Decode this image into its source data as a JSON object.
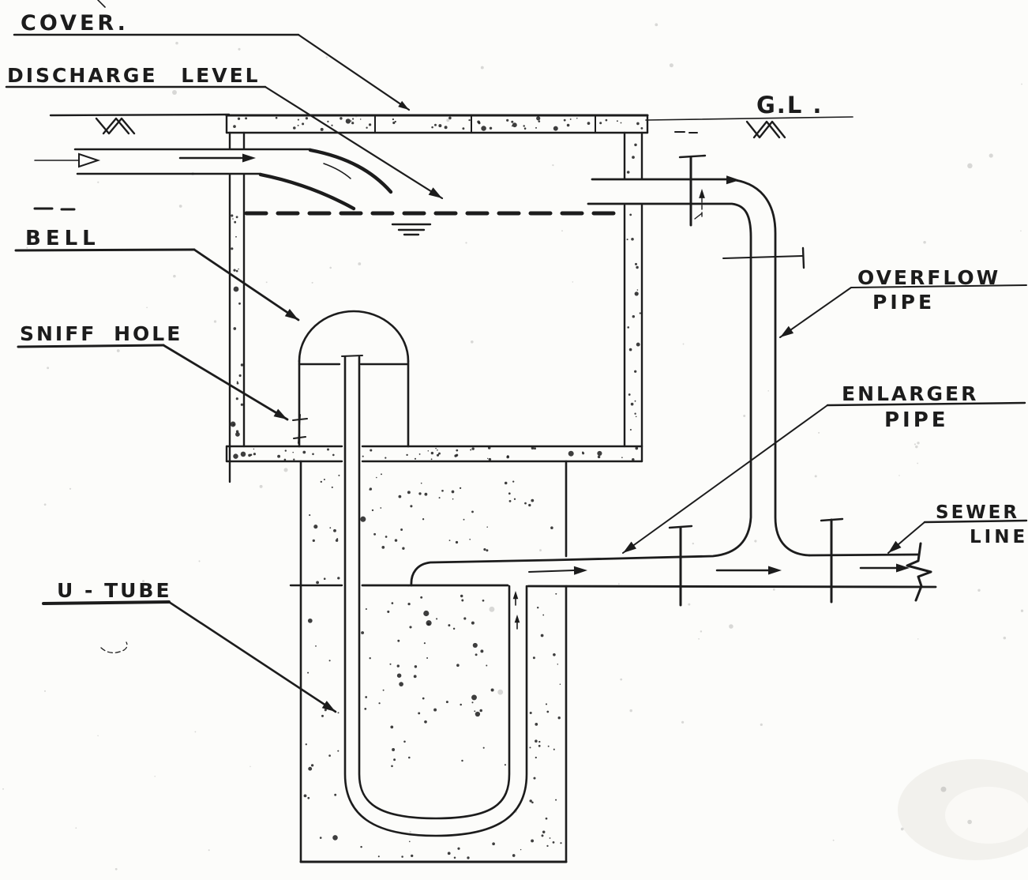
{
  "diagram": {
    "colors": {
      "ink": "#1c1c1c",
      "paper": "#fcfcfa"
    },
    "labels": {
      "cover": "COVER.",
      "discharge_level": "DISCHARGE LEVEL",
      "ground_level": "G.L .",
      "bell": "BELL",
      "sniff_hole": "SNIFF HOLE",
      "overflow_pipe": [
        "OVERFLOW",
        "PIPE"
      ],
      "enlarger_pipe": [
        "ENLARGER",
        "PIPE"
      ],
      "sewer_line": [
        "SEWER",
        "LINE"
      ],
      "u_tube": "U - TUBE"
    }
  }
}
